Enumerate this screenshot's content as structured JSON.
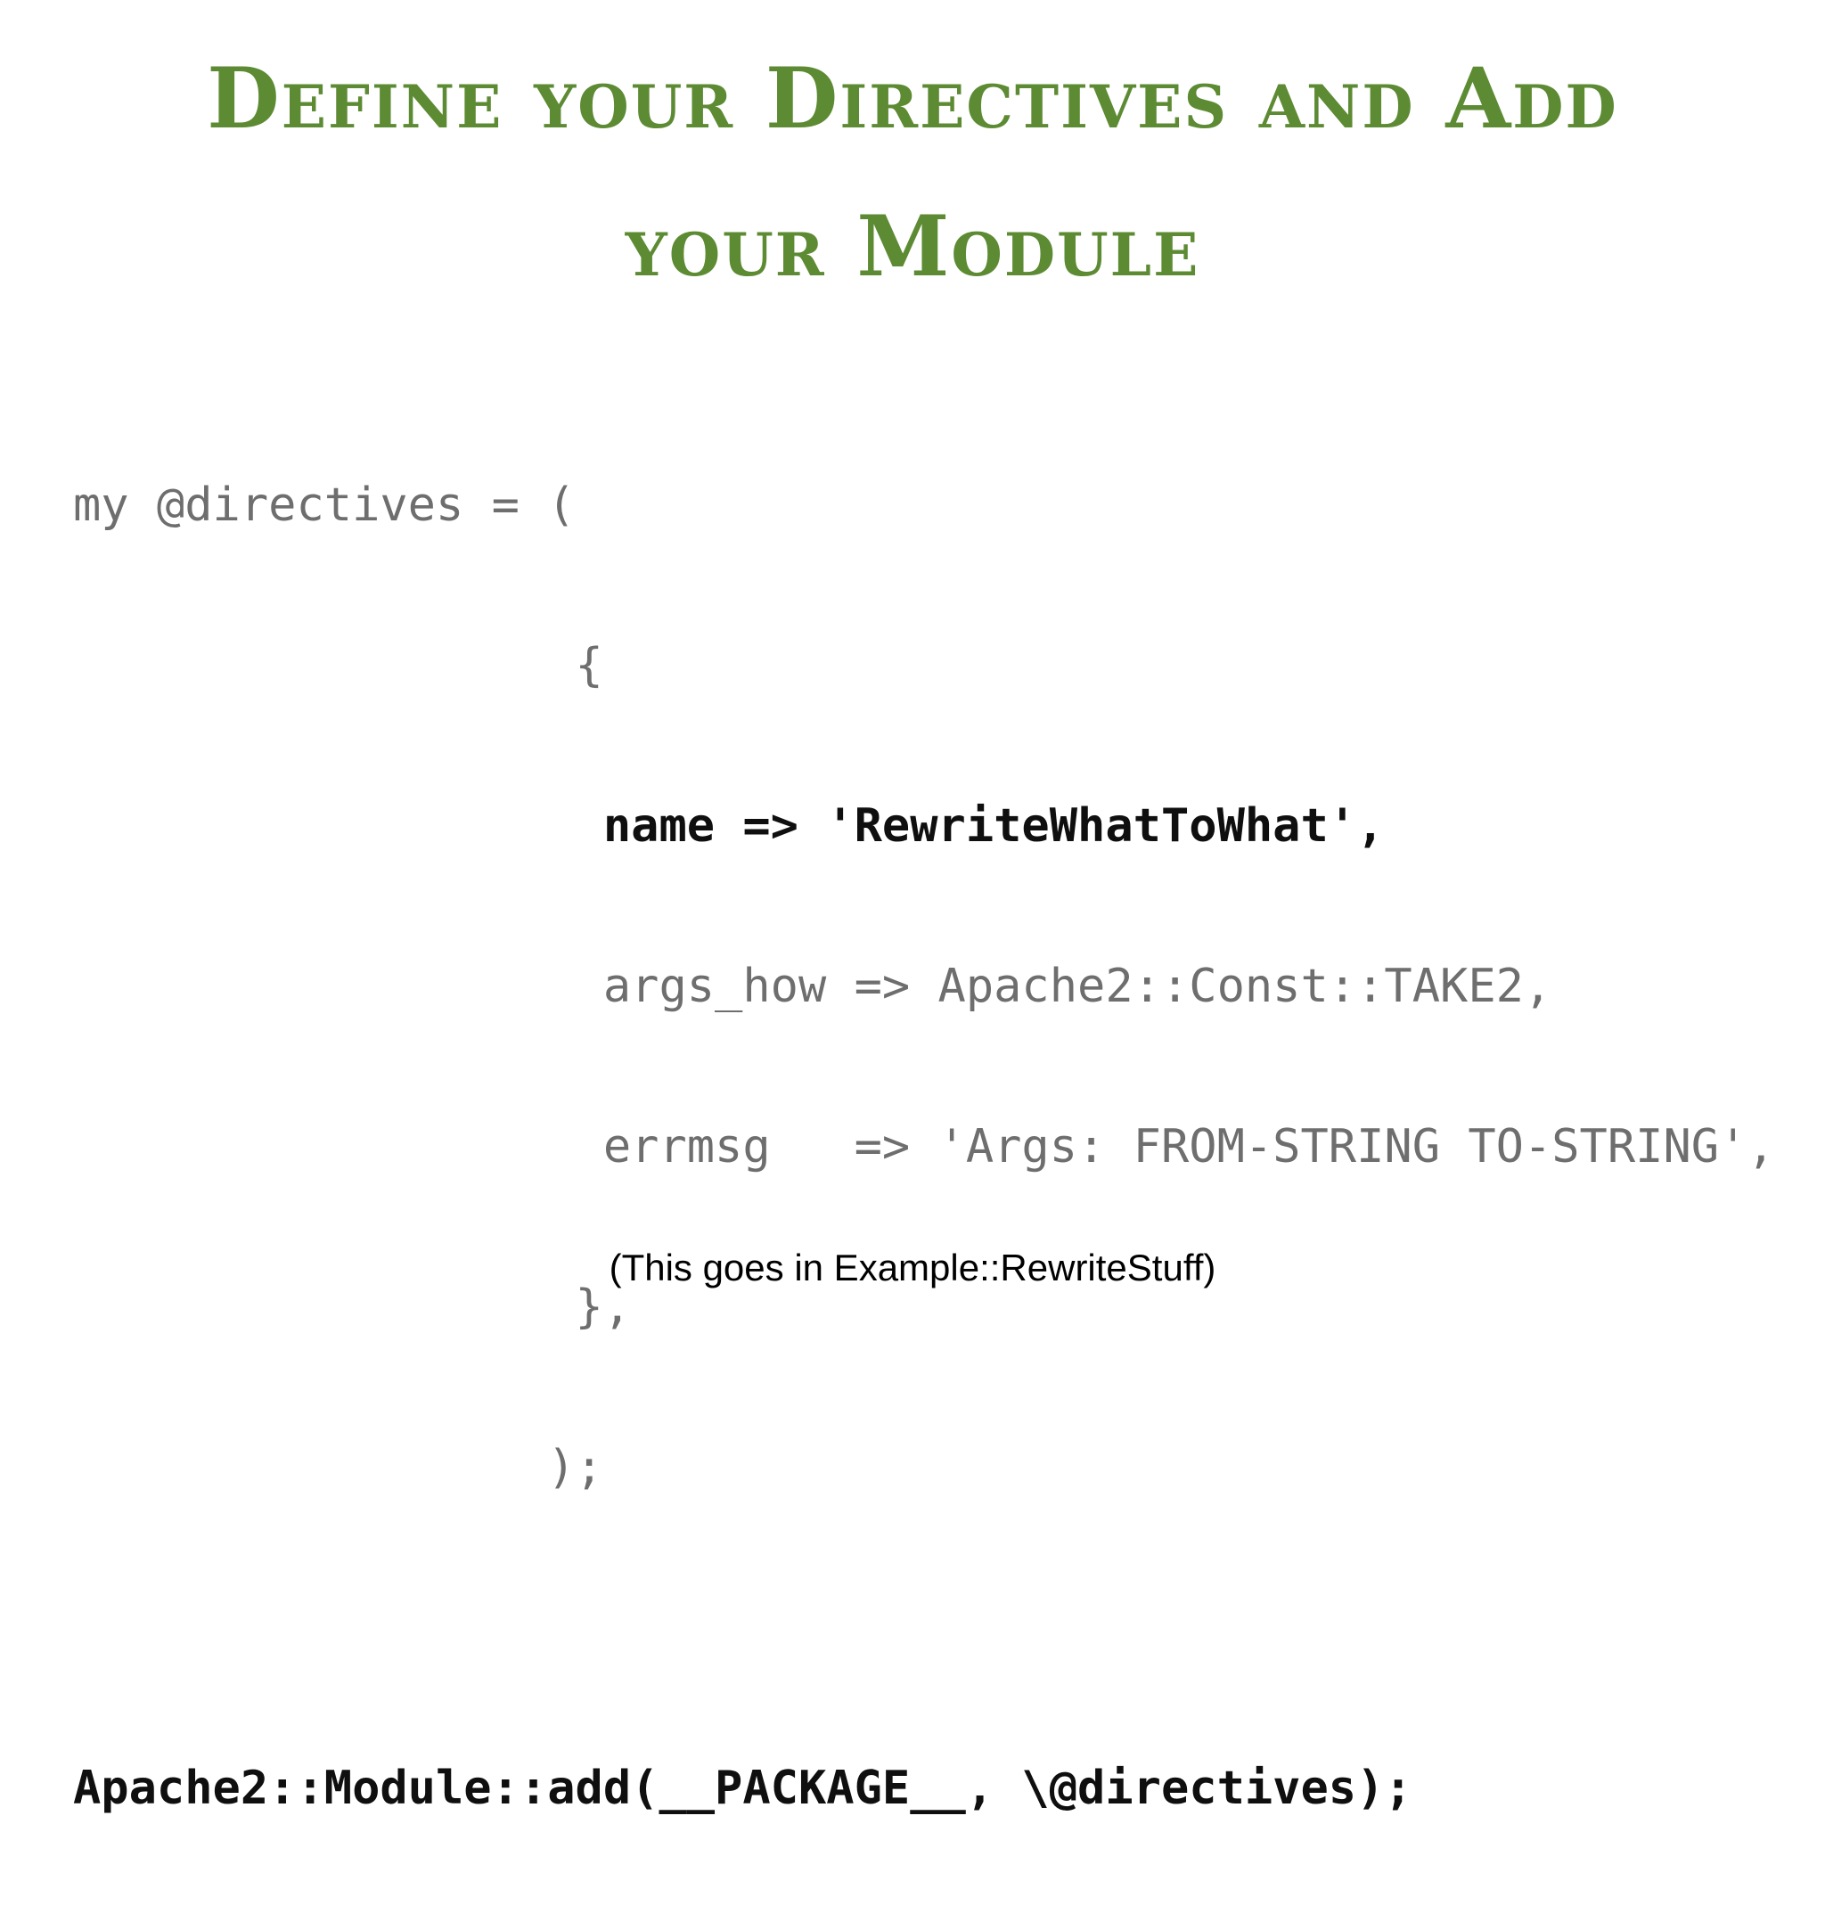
{
  "content": {
    "title": {
      "line1": "Define your Directives and Add",
      "line2": "your Module"
    },
    "code": {
      "lines": [
        {
          "text": "my @directives = ("
        },
        {
          "text": "                  {"
        },
        {
          "text": "                   name => 'RewriteWhatToWhat',"
        },
        {
          "text": "                   args_how => Apache2::Const::TAKE2,"
        },
        {
          "text": "                   errmsg   => 'Args: FROM-STRING TO-STRING',"
        },
        {
          "text": "                  },"
        },
        {
          "text": "                 );"
        },
        {
          "text": ""
        },
        {
          "text": "Apache2::Module::add(__PACKAGE__, \\@directives);"
        }
      ]
    },
    "caption": "(This goes in Example::RewriteStuff)"
  },
  "colors": {
    "title_green": "#5d8b33",
    "code_gray": "#6e6e6e",
    "code_black": "#0f0f0f",
    "background": "#ffffff"
  }
}
